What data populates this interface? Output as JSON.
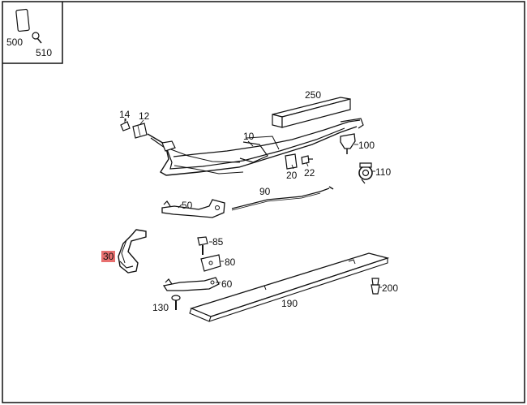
{
  "diagram": {
    "highlight_color": "#e8706f",
    "line_color": "#111111",
    "inset_labels": [
      "500",
      "510"
    ],
    "parts": [
      {
        "id": "250",
        "label": "250",
        "highlighted": false
      },
      {
        "id": "14",
        "label": "14",
        "highlighted": false
      },
      {
        "id": "12",
        "label": "12",
        "highlighted": false
      },
      {
        "id": "10",
        "label": "10",
        "highlighted": false
      },
      {
        "id": "100",
        "label": "100",
        "highlighted": false
      },
      {
        "id": "20",
        "label": "20",
        "highlighted": false
      },
      {
        "id": "22",
        "label": "22",
        "highlighted": false
      },
      {
        "id": "110",
        "label": "110",
        "highlighted": false
      },
      {
        "id": "90",
        "label": "90",
        "highlighted": false
      },
      {
        "id": "50",
        "label": "50",
        "highlighted": false
      },
      {
        "id": "85",
        "label": "85",
        "highlighted": false
      },
      {
        "id": "30",
        "label": "30",
        "highlighted": true
      },
      {
        "id": "80",
        "label": "80",
        "highlighted": false
      },
      {
        "id": "60",
        "label": "60",
        "highlighted": false
      },
      {
        "id": "200",
        "label": "200",
        "highlighted": false
      },
      {
        "id": "130",
        "label": "130",
        "highlighted": false
      },
      {
        "id": "190",
        "label": "190",
        "highlighted": false
      }
    ]
  }
}
